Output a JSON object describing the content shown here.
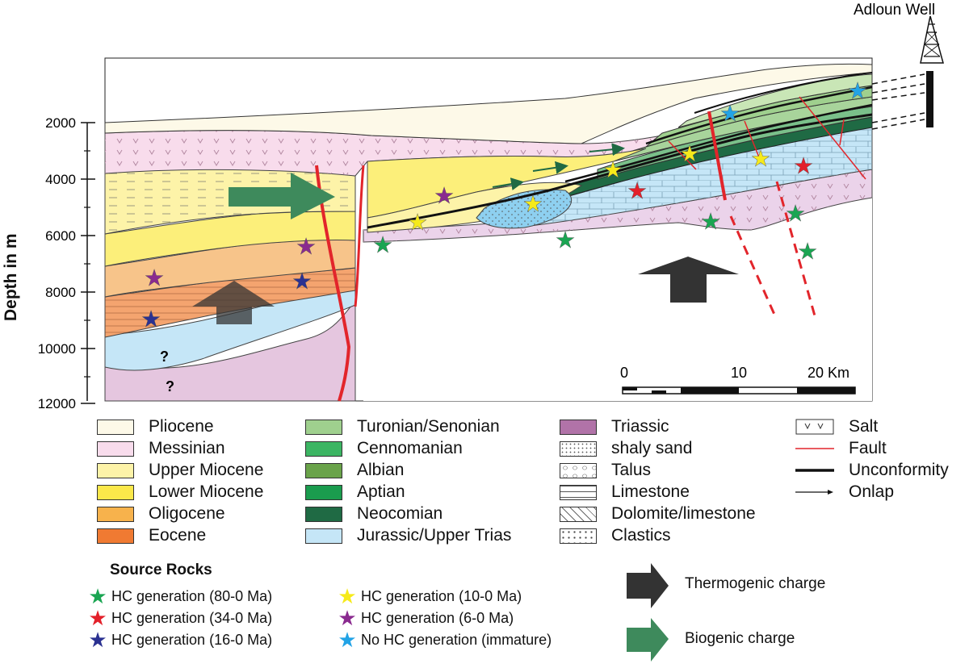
{
  "well_label": "Adloun Well",
  "y_axis": {
    "label": "Depth in m",
    "ticks": [
      "2000",
      "4000",
      "6000",
      "8000",
      "10000",
      "12000"
    ]
  },
  "scale_bar": {
    "ticks": [
      "0",
      "10",
      "20 Km"
    ]
  },
  "unknown_marks": [
    "?",
    "?"
  ],
  "legend_units": [
    {
      "label": "Pliocene",
      "color": "#fdf9e8"
    },
    {
      "label": "Messinian",
      "color": "#f8dcec"
    },
    {
      "label": "Upper Miocene",
      "color": "#fdf3a8"
    },
    {
      "label": "Lower Miocene",
      "color": "#fbe84a"
    },
    {
      "label": "Oligocene",
      "color": "#f7b24c"
    },
    {
      "label": "Eocene",
      "color": "#f07a32"
    },
    {
      "label": "Turonian/Senonian",
      "color": "#9fd08e"
    },
    {
      "label": "Cennomanian",
      "color": "#3cb563"
    },
    {
      "label": "Albian",
      "color": "#6aa34a"
    },
    {
      "label": "Aptian",
      "color": "#1a9c4e"
    },
    {
      "label": "Neocomian",
      "color": "#1f6a44"
    },
    {
      "label": "Jurassic/Upper Trias",
      "color": "#c5e6f7"
    },
    {
      "label": "Triassic",
      "color": "#b173a8"
    }
  ],
  "legend_patterns": [
    {
      "label": "shaly sand",
      "pattern": "dots-fine"
    },
    {
      "label": "Talus",
      "pattern": "talus"
    },
    {
      "label": "Limestone",
      "pattern": "bricks"
    },
    {
      "label": "Dolomite/limestone",
      "pattern": "dolomite"
    },
    {
      "label": "Clastics",
      "pattern": "dots-coarse"
    }
  ],
  "legend_symbols": [
    {
      "label": "Salt",
      "symbol": "salt-box"
    },
    {
      "label": "Fault",
      "symbol": "red-line"
    },
    {
      "label": "Unconformity",
      "symbol": "thick-black-line"
    },
    {
      "label": "Onlap",
      "symbol": "arrow-line"
    }
  ],
  "source_rocks": {
    "title": "Source Rocks",
    "items": [
      {
        "label": "HC generation (80-0 Ma)",
        "color": "#1aa552"
      },
      {
        "label": "HC generation (34-0 Ma)",
        "color": "#e3202a"
      },
      {
        "label": "HC generation (16-0 Ma)",
        "color": "#2b3191"
      },
      {
        "label": "HC generation (10-0 Ma)",
        "color": "#f6ea1a"
      },
      {
        "label": "HC generation (6-0 Ma)",
        "color": "#8a2a8f"
      },
      {
        "label": "No HC generation (immature)",
        "color": "#22a3e6"
      }
    ]
  },
  "charges": [
    {
      "label": "Thermogenic charge",
      "color": "#333333"
    },
    {
      "label": "Biogenic charge",
      "color": "#3e8a5c"
    }
  ]
}
